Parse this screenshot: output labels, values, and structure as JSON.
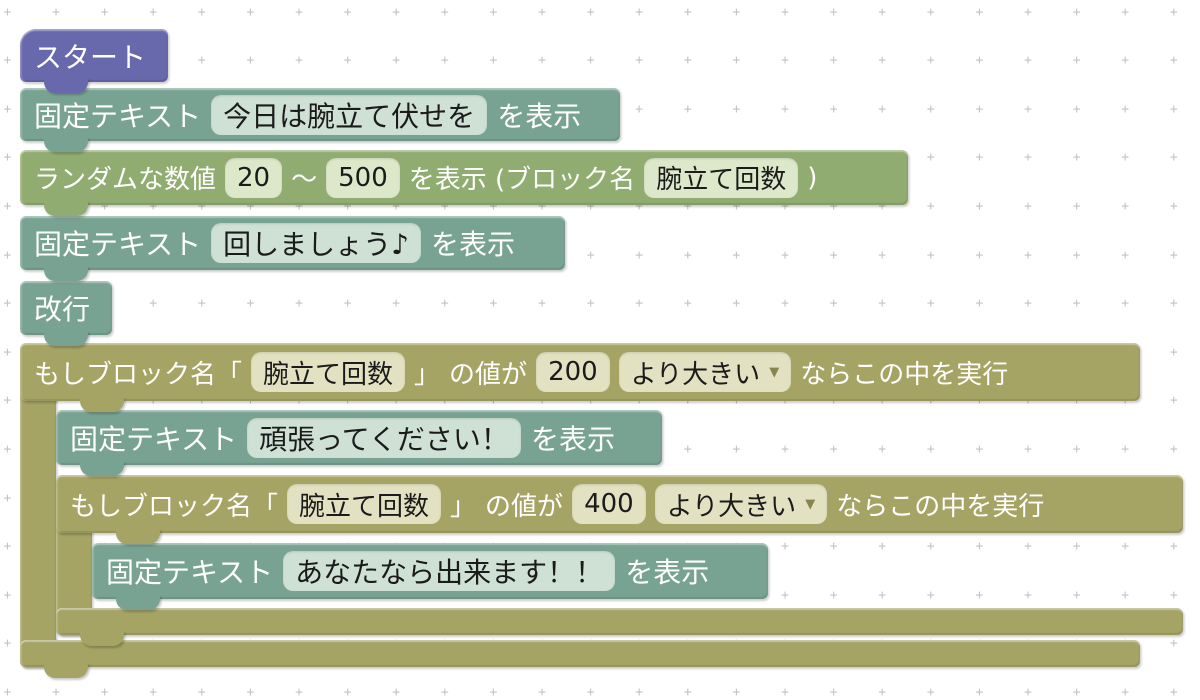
{
  "workspace": {
    "grid_color": "#c3c3c3",
    "background": "#ffffff"
  },
  "colors": {
    "start_block": "#6868ad",
    "text_block": "#78a392",
    "random_block": "#91ac70",
    "if_block": "#a5a465",
    "text_field_bg": "#cfe1d5",
    "random_field_bg": "#dde8ca",
    "if_field_bg": "#e2e2c2",
    "block_text": "#ffffff",
    "field_text": "#1b1b1b"
  },
  "icons": {
    "dropdown_arrow": "▼"
  },
  "blocks": {
    "start": {
      "label": "スタート"
    },
    "fixed1": {
      "label": "固定テキスト",
      "value": "今日は腕立て伏せを",
      "suffix": "を表示"
    },
    "random": {
      "label": "ランダムな数値",
      "min": "20",
      "range_sep": "～",
      "max": "500",
      "mid": "を表示 (ブロック名",
      "name": "腕立て回数",
      "close": ")"
    },
    "fixed2": {
      "label": "固定テキスト",
      "value": "回しましょう♪",
      "suffix": "を表示"
    },
    "newline": {
      "label": "改行"
    },
    "if1": {
      "l1": "もしブロック名「",
      "name": "腕立て回数",
      "l2": "」",
      "l3": "の値が",
      "value": "200",
      "comparator": "より大きい",
      "l4": "ならこの中を実行"
    },
    "fixed3": {
      "label": "固定テキスト",
      "value": "頑張ってください！",
      "suffix": "を表示"
    },
    "if2": {
      "l1": "もしブロック名「",
      "name": "腕立て回数",
      "l2": "」",
      "l3": "の値が",
      "value": "400",
      "comparator": "より大きい",
      "l4": "ならこの中を実行"
    },
    "fixed4": {
      "label": "固定テキスト",
      "value": "あなたなら出来ます！！",
      "suffix": "を表示"
    }
  }
}
